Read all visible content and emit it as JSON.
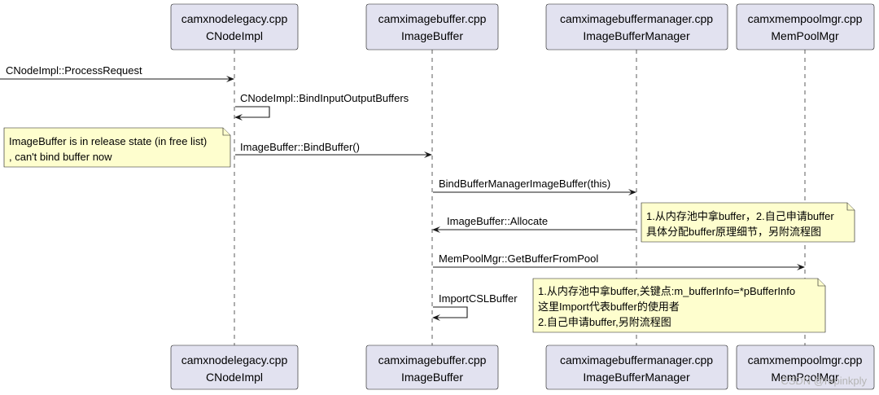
{
  "participants": [
    {
      "id": "p1",
      "file": "camxnodelegacy.cpp",
      "class": "CNodeImpl"
    },
    {
      "id": "p2",
      "file": "camximagebuffer.cpp",
      "class": "ImageBuffer"
    },
    {
      "id": "p3",
      "file": "camximagebuffermanager.cpp",
      "class": "ImageBufferManager"
    },
    {
      "id": "p4",
      "file": "camxmempoolmgr.cpp",
      "class": "MemPoolMgr"
    }
  ],
  "messages": [
    {
      "id": "m1",
      "label": "CNodeImpl::ProcessRequest"
    },
    {
      "id": "m2",
      "label": "CNodeImpl::BindInputOutputBuffers"
    },
    {
      "id": "m3",
      "label": "ImageBuffer::BindBuffer()"
    },
    {
      "id": "m4",
      "label": "BindBufferManagerImageBuffer(this)"
    },
    {
      "id": "m5",
      "label": "ImageBuffer::Allocate"
    },
    {
      "id": "m6",
      "label": "MemPoolMgr::GetBufferFromPool"
    },
    {
      "id": "m7",
      "label": "ImportCSLBuffer"
    }
  ],
  "notes": [
    {
      "id": "n1",
      "lines": [
        "ImageBuffer is in release state (in free list)",
        ", can't bind buffer now"
      ]
    },
    {
      "id": "n2",
      "lines": [
        "1.从内存池中拿buffer，2.自己申请buffer",
        "具体分配buffer原理细节，另附流程图"
      ]
    },
    {
      "id": "n3",
      "lines": [
        "1.从内存池中拿buffer,关键点:m_bufferInfo=*pBufferInfo",
        "这里Import代表buffer的使用者",
        "2.自己申请buffer,另附流程图"
      ]
    }
  ],
  "watermark": "CSDN @repinkply"
}
